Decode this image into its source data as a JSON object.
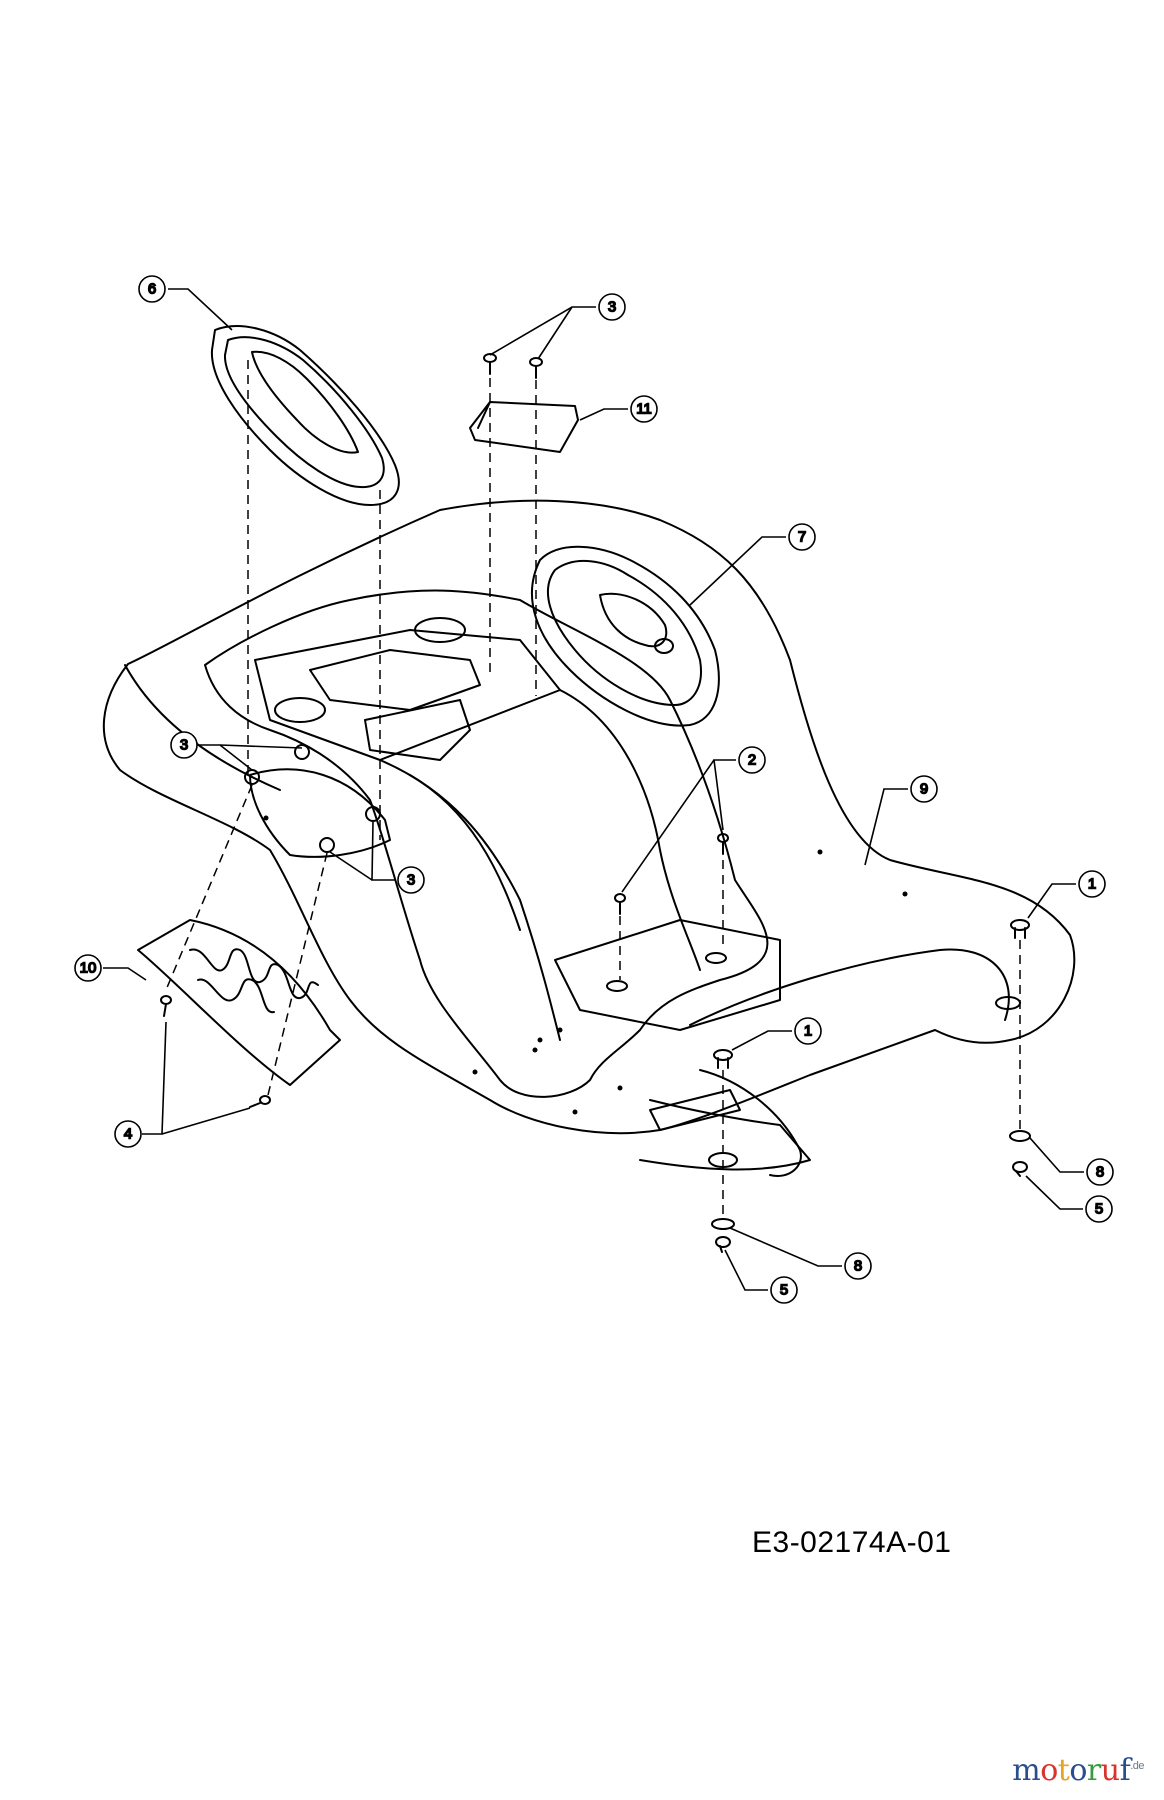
{
  "drawing_id": "E3-02174A-01",
  "watermark": {
    "letters": [
      {
        "ch": "m",
        "color": "#2a4d8f"
      },
      {
        "ch": "o",
        "color": "#d9342b"
      },
      {
        "ch": "t",
        "color": "#e7a323"
      },
      {
        "ch": "o",
        "color": "#2a4d8f"
      },
      {
        "ch": "r",
        "color": "#3a9a3f"
      },
      {
        "ch": "u",
        "color": "#d9342b"
      },
      {
        "ch": "f",
        "color": "#2a4d8f"
      }
    ],
    "suffix": ".de"
  },
  "callouts": [
    "6",
    "3",
    "11",
    "7",
    "3",
    "3",
    "2",
    "9",
    "1",
    "10",
    "1",
    "4",
    "8",
    "5",
    "8",
    "5"
  ]
}
